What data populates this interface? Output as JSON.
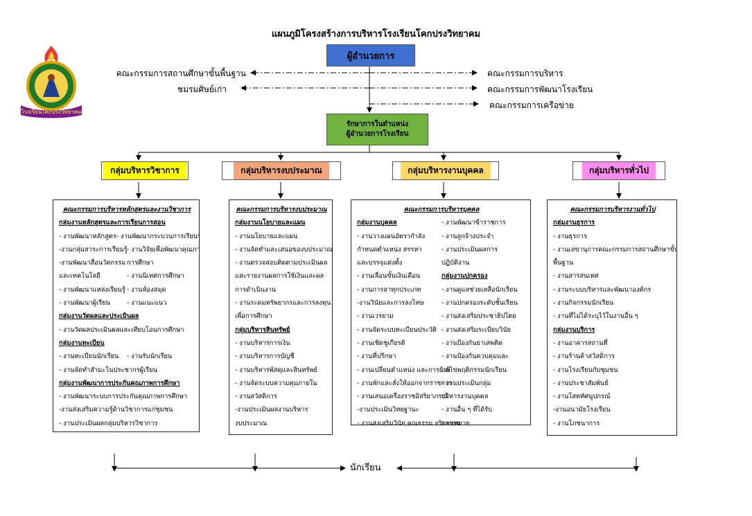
{
  "title": "แผนภูมิโครงสร้างการบริหารโรงเรียนโคกปรงวิทยาคม",
  "director": "ผู้อำนวยการ",
  "acting": {
    "line1": "รักษาการในตำแหน่ง",
    "line2": "ผู้อำนวยการโรงเรียน"
  },
  "left_links": [
    "คณะกรรมการสถานศึกษาขั้นพื้นฐาน",
    "ชมรมศิษย์เก่า"
  ],
  "right_links": [
    "คณะกรรมการบริหาร",
    "คณะกรรมการพัฒนาโรงเรียน",
    "คณะกรรมการเครือข่าย"
  ],
  "logo_text": "โรงเรียนโคกปรงวิทยาคม",
  "colors": {
    "director": "#3f6fd1",
    "acting": "#6fb23f",
    "g1": "#ffff00",
    "g2": "#f4a47a",
    "g3": "#ffd966",
    "g4": "#ff8cf0"
  },
  "groups": [
    {
      "name": "กลุ่มบริหารวิชาการ",
      "heading": "คณะกรรมการบริหารหลักสูตรและงานวิชาการ",
      "lines": [
        {
          "t": "กลุ่มงานหลักสูตรและการเรียนการสอน",
          "sub": true
        },
        {
          "t": "- งานพัฒนาหลักสูตร",
          "t2": "- งานพัฒนากระบวนการเรียนรู้"
        },
        {
          "t": "-งานกลุ่มสาระการเรียนรู้",
          "t2": "- งานวิจัยเพื่อพัฒนาคุณภาพ"
        },
        {
          "t": "-งานพัฒนาสื่อนวัตกรรม",
          "t2": "การศึกษา"
        },
        {
          "t": "และเทคโนโลยี",
          "t2": "- งานนิเทศการศึกษา"
        },
        {
          "t": "- งานพัฒนาแหล่งเรียนรู้",
          "t2": "- งานห้องสมุด"
        },
        {
          "t": "- งานพัฒนาผู้เรียน",
          "t2": "- งานแนะแนว"
        },
        {
          "t": "กลุ่มงานวัดผลและประเมินผล",
          "sub": true
        },
        {
          "t": "- งานวัดผลประเมินผลและเทียบโอนการศึกษา"
        },
        {
          "t": "กลุ่มงานทะเบียน",
          "sub": true
        },
        {
          "t": "- งานทะเบียนนักเรียน",
          "t2": "- งานรับนักเรียน"
        },
        {
          "t": "- งานจัดทำสำมะโนประชากรผู้เรียน"
        },
        {
          "t": "กลุ่มงานพัฒนาการประกันคุณภาพการศึกษา",
          "sub": true
        },
        {
          "t": "- งานพัฒนาระบบการประกันคุณภาพการศึกษา"
        },
        {
          "t": "-งานส่งเสริมความรู้ด้านวิชาการแก่ชุมชน"
        },
        {
          "t": "- งานประเมินผลกลุ่มบริหารวิชาการ"
        }
      ]
    },
    {
      "name": "กลุ่มบริหารงบประมาณ",
      "heading": "คณะกรรมการบริหารงบประมาณ",
      "lines": [
        {
          "t": "กลุ่มงานนโยบายและแผน",
          "sub": true
        },
        {
          "t": "- งานนโยบายและแผน"
        },
        {
          "t": "- งานจัดทำและเสนอของบประมาณ"
        },
        {
          "t": "- งานตรวจสอบติดตามประเมินผล"
        },
        {
          "t": "และรายงานผลการใช้เงินและผล"
        },
        {
          "t": "การดำเนินงาน"
        },
        {
          "t": "- งานระดมทรัพยากรและการลงทุน"
        },
        {
          "t": "เพื่อการศึกษา"
        },
        {
          "t": "กลุ่มบริหารสินทรัพย์",
          "sub": true
        },
        {
          "t": "- งานบริหารการเงิน"
        },
        {
          "t": "- งานบริหารการบัญชี"
        },
        {
          "t": "- งานบริหารพัสดุและสินทรัพย์"
        },
        {
          "t": "- งานจัดระบบความคุมภายใน"
        },
        {
          "t": "- งานสวัสดิการ"
        },
        {
          "t": "-งานประเมินผลงานบริหาร"
        },
        {
          "t": "งบประมาณ"
        }
      ]
    },
    {
      "name": "กลุ่มบริหารงานบุคคล",
      "heading": "คณะกรรมการบริหารบุคคล",
      "lines": [
        {
          "t": "กลุ่มงานบุคคล",
          "t2": "- งานพัฒนาข้าราชการ",
          "s1": true
        },
        {
          "t": "- งานวางแผนอัตรากำลัง",
          "t2": "- งานลูกจ้างประจำ"
        },
        {
          "t": "กำหนดตำแหน่ง สรรหา",
          "t2": "- งานประเมินผลการ"
        },
        {
          "t": "และบรรจุแต่งตั้ง",
          "t2": "ปฏิบัติงาน"
        },
        {
          "t": "- งานเลื่อนขั้นเงินเดือน",
          "t2": "กลุ่มงานปกครอง",
          "s2": true
        },
        {
          "t": "- งานการลาทุกประเภท",
          "t2": "- งานดูแลช่วยเหลือนักเรียน"
        },
        {
          "t": "-งานวินัยและการลงโทษ",
          "t2": "- งานปกครองระดับชั้นเรียน"
        },
        {
          "t": "- งานเวรยาม",
          "t2": "- งานส่งเสริมประชาธิปไตย"
        },
        {
          "t": "- งานจัดระบบทะเบียนประวัติ",
          "t2": "- งานส่งเสริมระเบียบวินัย"
        },
        {
          "t": "- งานเชิดชูเกียรติ",
          "t2": "- งานป้องกันยาเสพติด"
        },
        {
          "t": "- งานที่ปรึกษา",
          "t2": "- งานป้องกันควบคุมและ"
        },
        {
          "t": "- งานเปลี่ยนตำแหน่ง และการย้าย",
          "t2": "แก้ไขพฤติกรรมนักเรียน"
        },
        {
          "t": "- งานพักและสั่งให้ออกจากราชการ",
          "t2": "- งานประเมินกลุ่ม"
        },
        {
          "t": "- งานเสนอเครื่องราชอิสริยาภรณ์",
          "t2": "บริหารงานบุคคล"
        },
        {
          "t": "-งานประเมินวิทยฐานะ",
          "t2": "- งานอื่น ๆ ที่ได้รับ"
        },
        {
          "t": "- งานส่งเสริมวินัย คุณธรรม จริยธรรม",
          "t2": "มอบหมาย"
        }
      ]
    },
    {
      "name": "กลุ่มบริหารทั่วไป",
      "heading": "คณะกรรมการบริหารงานทั่วไป",
      "lines": [
        {
          "t": "กลุ่มงานธุรการ",
          "sub": true
        },
        {
          "t": "- งานธุรการ"
        },
        {
          "t": "- งานเลขานุการคณะกรรมการสถานศึกษาขั้น"
        },
        {
          "t": "พื้นฐาน"
        },
        {
          "t": "- งานสารสนเทศ"
        },
        {
          "t": "- งานระบบบริหารและพัฒนาองค์กร"
        },
        {
          "t": "- งานกิจกรรมนักเรียน"
        },
        {
          "t": "- งานที่ไม่ได้ระบุไว้ในงานอื่น ๆ"
        },
        {
          "t": "กลุ่มงานบริการ",
          "sub": true
        },
        {
          "t": "- งานอาคารสถานที่"
        },
        {
          "t": "- งานร้านค้าสวัสดิการ"
        },
        {
          "t": "- งานโรงเรียนกับชุมชน"
        },
        {
          "t": "- งานประชาสัมพันธ์"
        },
        {
          "t": "- งานโสตทัศนูปกรณ์"
        },
        {
          "t": "-งานอนามัยโรงเรียน"
        },
        {
          "t": "- งานโภชนาการ"
        }
      ]
    }
  ],
  "students": "นักเรียน"
}
